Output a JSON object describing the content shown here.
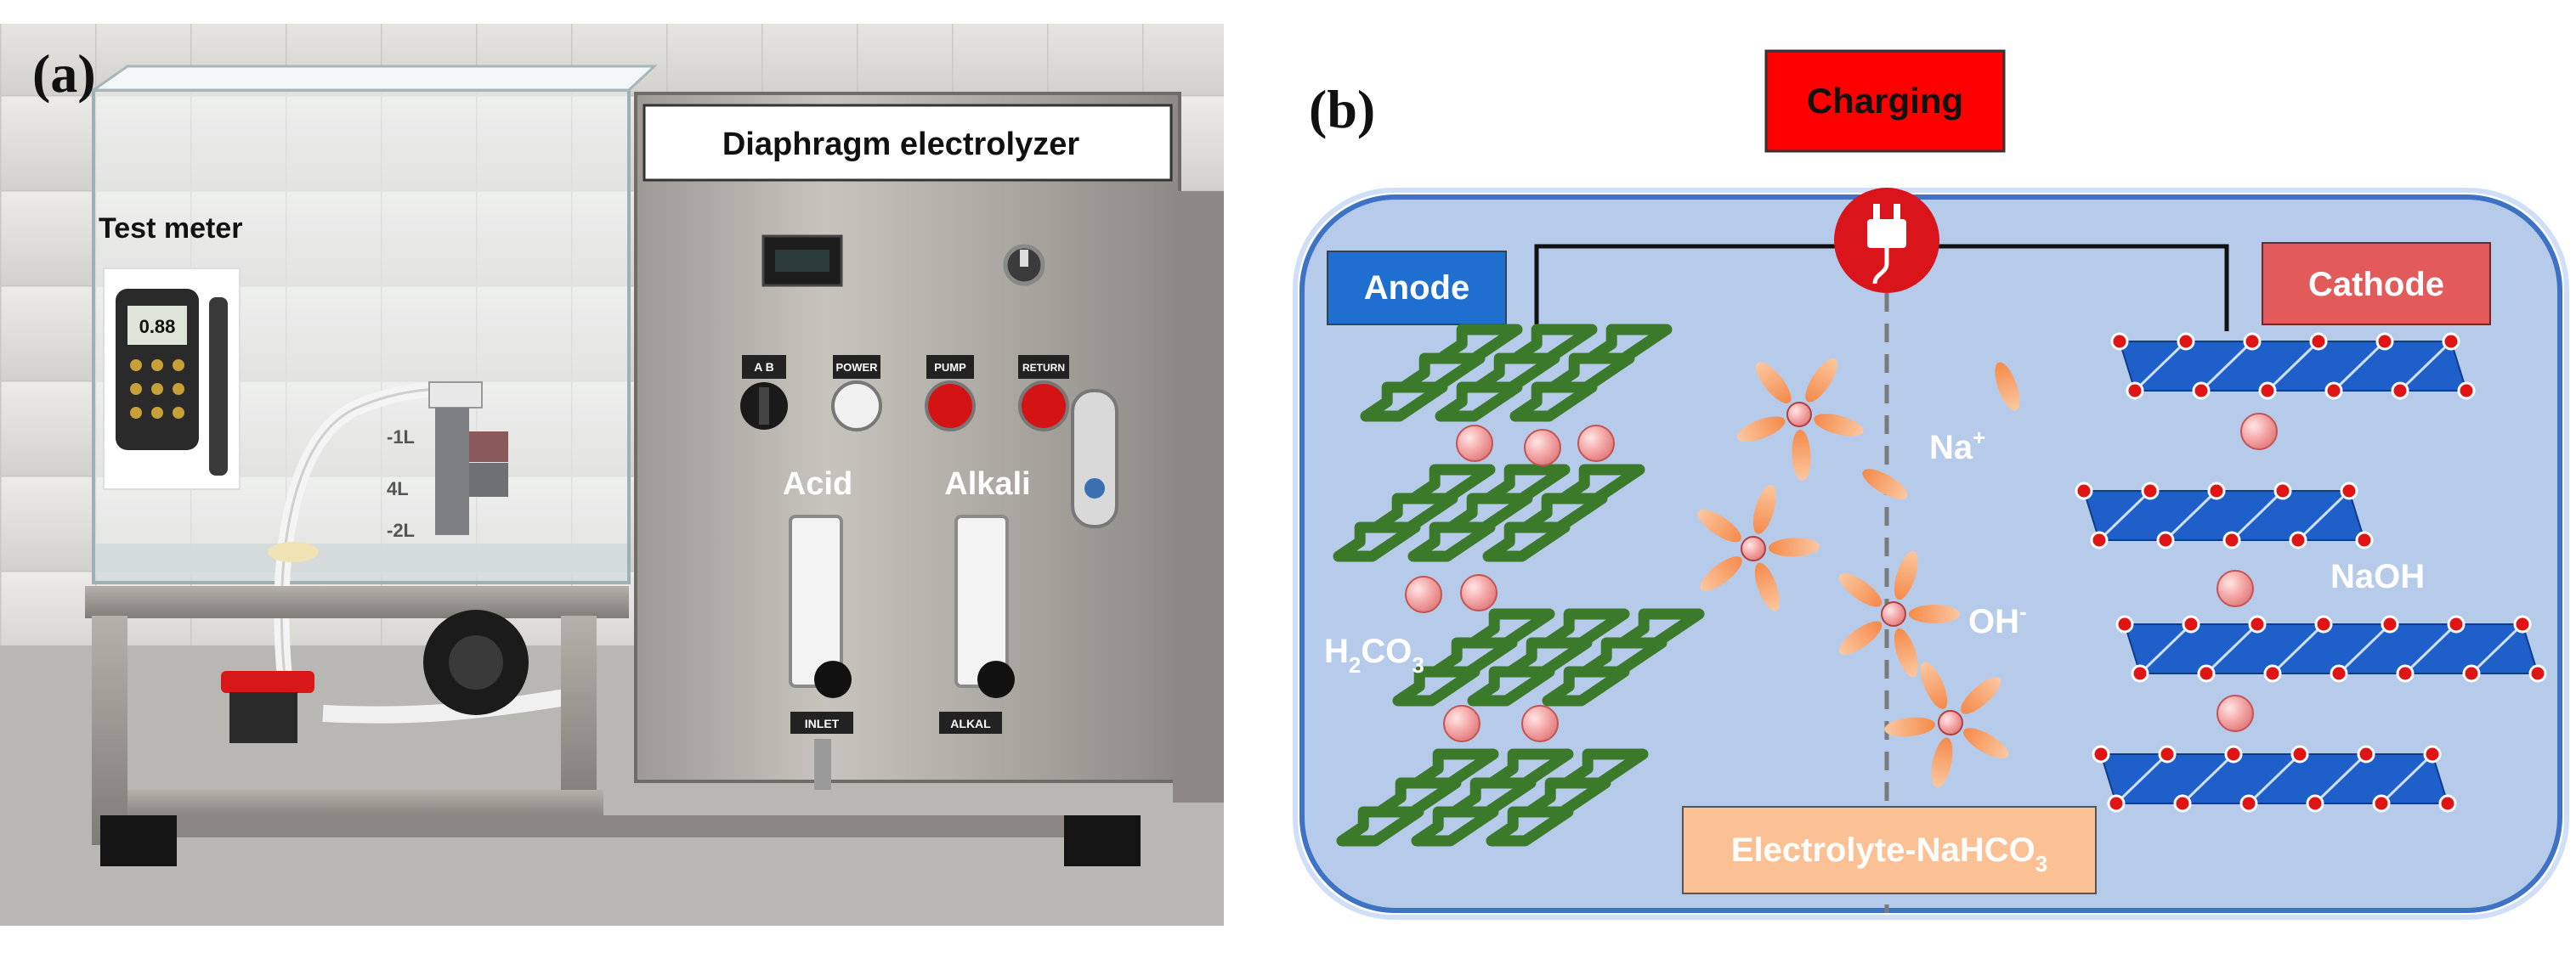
{
  "panel_a": {
    "letter": "(a)",
    "device_title": "Diaphragm electrolyzer",
    "test_meter_label": "Test meter",
    "meter_display": "0.88",
    "acid_label": "Acid",
    "alkali_label": "Alkali",
    "switch_labels": [
      "A  B",
      "POWER",
      "PUMP",
      "RETURN"
    ],
    "tank_scale_marks": [
      "-1L",
      "4L",
      "-2L"
    ],
    "flowmeter_tags": [
      "INLET",
      "ALKAL"
    ]
  },
  "panel_b": {
    "letter": "(b)",
    "mode": "Charging",
    "anode_label": "Anode",
    "cathode_label": "Cathode",
    "ion_na": "Na",
    "ion_na_sup": "+",
    "ion_oh": "OH",
    "ion_oh_sup": "-",
    "h2co3": {
      "a": "H",
      "s1": "2",
      "b": "CO",
      "s2": "3"
    },
    "naoh_label": "NaOH",
    "electrolyte": {
      "main": "Electrolyte-NaHCO",
      "sub": "3"
    },
    "colors": {
      "cell_fill": "#b6cbe9",
      "cell_border": "#3d72c4",
      "charging_box": "#ff0000",
      "anode_box": "#1f6fd1",
      "cathode_box": "#e25a5a",
      "electrolyte_box": "#fbc194",
      "graphene": "#3c7a2b",
      "cathode_layer": "#1f5fc9",
      "ion_orange": "#f7a26a",
      "red_atom": "#e01414",
      "plug_circle": "#d9141b"
    }
  }
}
